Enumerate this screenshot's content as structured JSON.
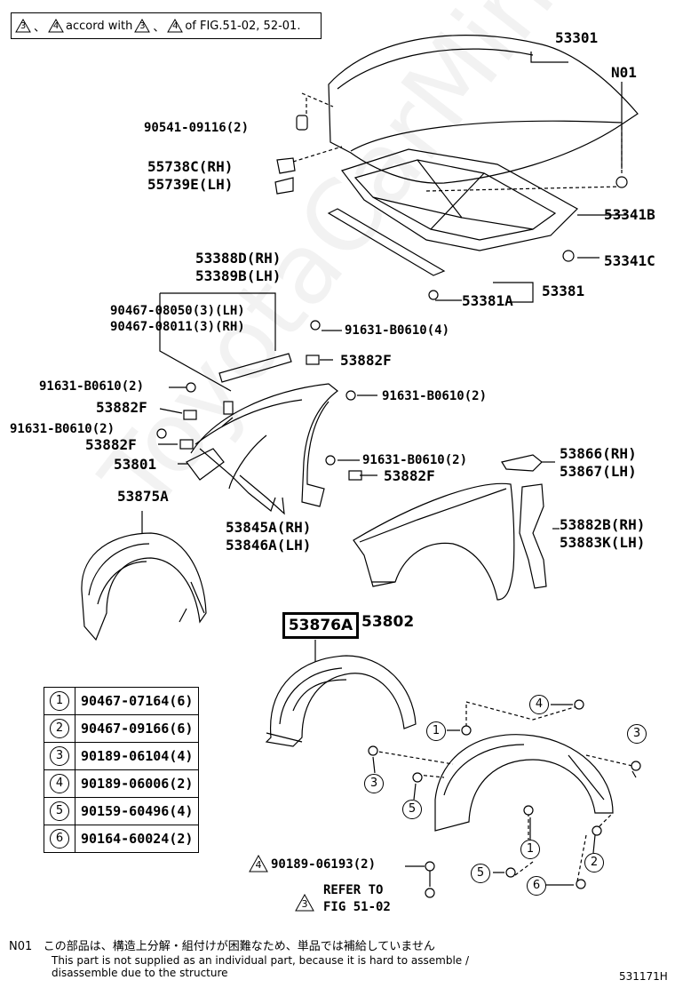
{
  "header": {
    "tri_a": "3",
    "tri_b": "4",
    "sep": "、",
    "text1": "accord with",
    "text2": "of FIG.51-02, 52-01."
  },
  "watermark": "ToyotaCarMine.ru",
  "parts": {
    "p53301": "53301",
    "n01": "N01",
    "p90541": "90541-09116(2)",
    "p55738c": "55738C(RH)",
    "p55739e": "55739E(LH)",
    "p53341b": "53341B",
    "p53341c": "53341C",
    "p53381": "53381",
    "p53381a": "53381A",
    "p53388d": "53388D(RH)",
    "p53389b": "53389B(LH)",
    "p90467_08050": "90467-08050(3)(LH)",
    "p90467_08011": "90467-08011(3)(RH)",
    "p91631_r1": "91631-B0610(4)",
    "p53882f_r": "53882F",
    "p91631_l1": "91631-B0610(2)",
    "p91631_m": "91631-B0610(2)",
    "p53882f_l1": "53882F",
    "p91631_l2": "91631-B0610(2)",
    "p53882f_l2": "53882F",
    "p53801": "53801",
    "p91631_c": "91631-B0610(2)",
    "p53882f_c": "53882F",
    "p53866": "53866(RH)",
    "p53867": "53867(LH)",
    "p53875a": "53875A",
    "p53845a": "53845A(RH)",
    "p53846a": "53846A(LH)",
    "p53882b": "53882B(RH)",
    "p53883k": "53883K(LH)",
    "p53876a": "53876A",
    "p53802": "53802",
    "p90189_06193": "90189-06193(2)",
    "refer1": "REFER TO",
    "refer2": "FIG 51-02",
    "tri_4": "4",
    "tri_3": "3"
  },
  "legend": [
    {
      "num": "1",
      "part": "90467-07164(6)"
    },
    {
      "num": "2",
      "part": "90467-09166(6)"
    },
    {
      "num": "3",
      "part": "90189-06104(4)"
    },
    {
      "num": "4",
      "part": "90189-06006(2)"
    },
    {
      "num": "5",
      "part": "90159-60496(4)"
    },
    {
      "num": "6",
      "part": "90164-60024(2)"
    }
  ],
  "callouts": {
    "c1a": "1",
    "c1b": "1",
    "c2": "2",
    "c3a": "3",
    "c3b": "3",
    "c4": "4",
    "c5a": "5",
    "c5b": "5",
    "c6": "6"
  },
  "footnote": {
    "code": "N01",
    "jp": "この部品は、構造上分解・組付けが困難なため、単品では補給していません",
    "en1": "This part is not supplied as an individual part, because it is hard to assemble /",
    "en2": "disassemble due to the structure"
  },
  "figure_number": "531171H"
}
